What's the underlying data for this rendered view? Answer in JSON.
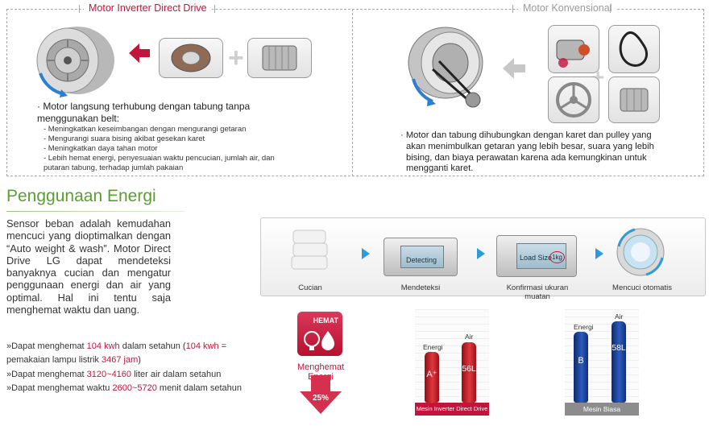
{
  "top_panel": {
    "left_title": "Motor Inverter Direct Drive",
    "right_title": "Motor Konvensional",
    "left_main": "Motor langsung terhubung dengan tabung tanpa menggunakan belt:",
    "left_points": [
      "- Meningkatkan keseimbangan dengan mengurangi getaran",
      "- Mengurangi suara bising akibat gesekan karet",
      "- Meningkatkan daya tahan motor",
      "- Lebih hemat energi, penyesuaian waktu pencucian, jumlah air, dan putaran tabung, terhadap jumlah pakaian"
    ],
    "right_main": "Motor dan tabung dihubungkan dengan karet dan pulley yang akan menimbulkan getaran yang lebih besar, suara yang lebih bising, dan biaya perawatan karena ada kemungkinan untuk mengganti karet."
  },
  "energy": {
    "heading": "Penggunaan Energi",
    "paragraph": "Sensor beban adalah kemudahan mencuci yang dioptimalkan dengan “Auto weight & wash”. Motor Direct Drive LG dapat mendeteksi banyaknya cucian dan mengatur penggunaan energi dan air yang optimal. Hal ini tentu saja menghemat waktu dan uang.",
    "savings": [
      {
        "pre": "»Dapat menghemat ",
        "hl1": "104 kwh",
        "mid": " dalam setahun (",
        "hl2": "104 kwh",
        "post": " ="
      },
      {
        "pre": "pemakaian lampu listrik ",
        "hl1": "3467 jam",
        "mid": ")",
        "hl2": "",
        "post": ""
      },
      {
        "pre": "»Dapat menghemat ",
        "hl1": "3120~4160",
        "mid": " liter air dalam setahun",
        "hl2": "",
        "post": ""
      },
      {
        "pre": "»Dapat menghemat waktu ",
        "hl1": "2600~5720",
        "mid": " menit dalam setahun",
        "hl2": "",
        "post": ""
      }
    ]
  },
  "process": {
    "steps": [
      "Cucian",
      "Mendeteksi",
      "Konfirmasi ukuran muatan",
      "Mencuci otomatis"
    ],
    "lcd1": "Detecting",
    "lcd2": "Load Size",
    "lcd2_value": "1kg"
  },
  "badge": {
    "title": "HEMAT",
    "label": "Menghemat Energi",
    "percent": "25%"
  },
  "bars_dd": {
    "label_energy": "Energi",
    "label_air": "Air",
    "value_energy": "A⁺",
    "value_air": "56L",
    "base": "Mesin Inverter Direct Drive",
    "color": "#d42a2f"
  },
  "bars_conv": {
    "label_energy": "Energi",
    "label_air": "Air",
    "value_energy": "B",
    "value_air": "58L",
    "base": "Mesin Biasa",
    "color": "#1f4fa8"
  },
  "colors": {
    "accent_red": "#c3143b",
    "accent_green": "#5a9e2f",
    "accent_blue": "#2f9ad8"
  }
}
